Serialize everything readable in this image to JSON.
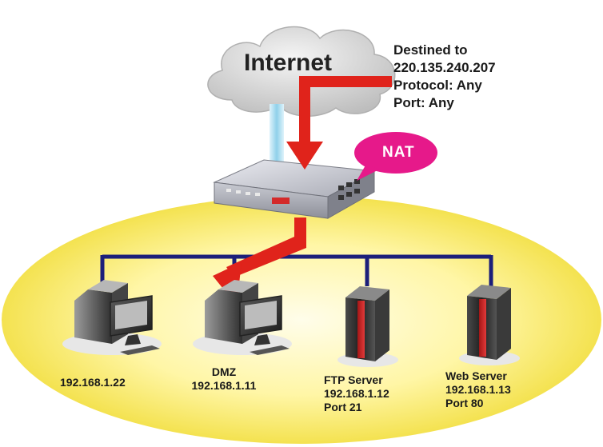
{
  "cloud": {
    "label": "Internet"
  },
  "destination": {
    "line1": "Destined to",
    "line2": "220.135.240.207",
    "line3": "Protocol: Any",
    "line4": "Port: Any"
  },
  "nat": {
    "label": "NAT"
  },
  "devices": {
    "pc1": {
      "ip": "192.168.1.22"
    },
    "dmz": {
      "name": "DMZ",
      "ip": "192.168.1.11"
    },
    "ftp": {
      "name": "FTP Server",
      "ip": "192.168.1.12",
      "port": "Port 21"
    },
    "web": {
      "name": "Web Server",
      "ip": "192.168.1.13",
      "port": "Port 80"
    }
  },
  "colors": {
    "arrow": "#e0231b",
    "lan_line": "#1c1f7a",
    "ellipse_center": "#fffde0",
    "ellipse_edge": "#f3e24a",
    "nat_bubble": "#e6198a",
    "cloud": "#d9d9d9"
  }
}
